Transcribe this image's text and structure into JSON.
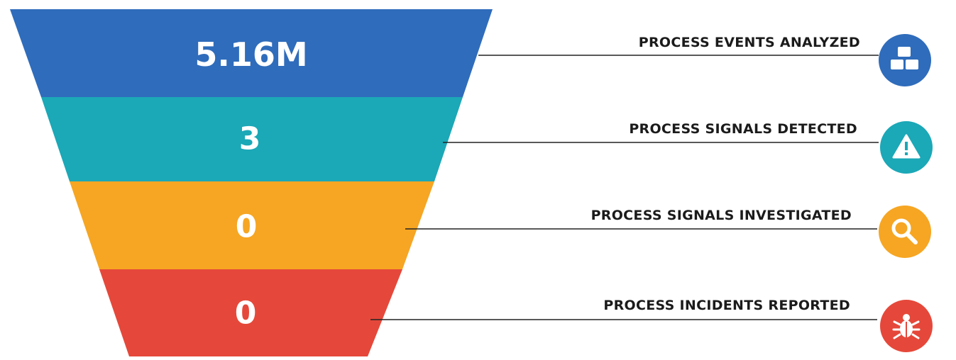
{
  "funnel": {
    "stages": [
      {
        "value": "5.16M",
        "label": "PROCESS EVENTS ANALYZED",
        "color": "#2f6cbb",
        "icon": "cubes-icon"
      },
      {
        "value": "3",
        "label": "PROCESS SIGNALS DETECTED",
        "color": "#1ba8b7",
        "icon": "warning-icon"
      },
      {
        "value": "0",
        "label": "PROCESS SIGNALS INVESTIGATED",
        "color": "#f6a623",
        "icon": "magnifier-icon"
      },
      {
        "value": "0",
        "label": "PROCESS INCIDENTS REPORTED",
        "color": "#e5483a",
        "icon": "bug-icon"
      }
    ]
  }
}
